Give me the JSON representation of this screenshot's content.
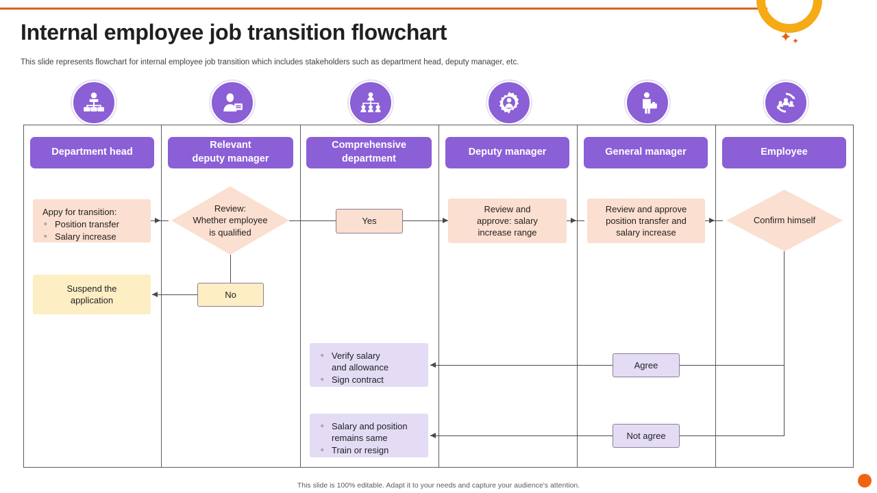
{
  "slide": {
    "title": "Internal employee job transition flowchart",
    "subtitle": "This slide represents flowchart for internal employee job transition which includes stakeholders such as department head, deputy manager, etc.",
    "footer": "This slide is 100% editable.  Adapt it to your needs and capture your audience's attention."
  },
  "colors": {
    "accent_purple": "#8b5fd6",
    "peach": "#fbdfd0",
    "yellow": "#fdeec4",
    "lilac": "#e4dcf5",
    "orange_rule": "#d4651f",
    "ring_yellow": "#f5ab16",
    "dot_orange": "#ef6414"
  },
  "lanes": [
    {
      "id": "department-head",
      "label": "Department head",
      "icon": "org-chart-icon"
    },
    {
      "id": "relevant-deputy-manager",
      "label": "Relevant\ndeputy manager",
      "icon": "person-card-icon"
    },
    {
      "id": "comprehensive-department",
      "label": "Comprehensive\ndepartment",
      "icon": "team-hierarchy-icon"
    },
    {
      "id": "deputy-manager",
      "label": "Deputy manager",
      "icon": "gear-person-icon"
    },
    {
      "id": "general-manager",
      "label": "General manager",
      "icon": "businessman-icon"
    },
    {
      "id": "employee",
      "label": "Employee",
      "icon": "team-cycle-icon"
    }
  ],
  "nodes": {
    "apply": {
      "lead": "Appy for transition:",
      "items": [
        "Position transfer",
        "Salary increase"
      ]
    },
    "suspend": {
      "text": "Suspend the\napplication"
    },
    "review_decision": {
      "text": "Review:\nWhether employee\nis qualified"
    },
    "yes": {
      "text": "Yes"
    },
    "no": {
      "text": "No"
    },
    "deputy_review": {
      "text": "Review and\napprove: salary\nincrease range"
    },
    "general_review": {
      "text": "Review and approve\nposition transfer and\nsalary increase"
    },
    "confirm": {
      "text": "Confirm himself"
    },
    "agree": {
      "text": "Agree"
    },
    "not_agree": {
      "text": "Not agree"
    },
    "verify": {
      "items": [
        "Verify salary",
        "and allowance",
        "Sign contract"
      ]
    },
    "remains": {
      "items": [
        "Salary and position",
        "remains same",
        "Train or resign"
      ]
    }
  }
}
